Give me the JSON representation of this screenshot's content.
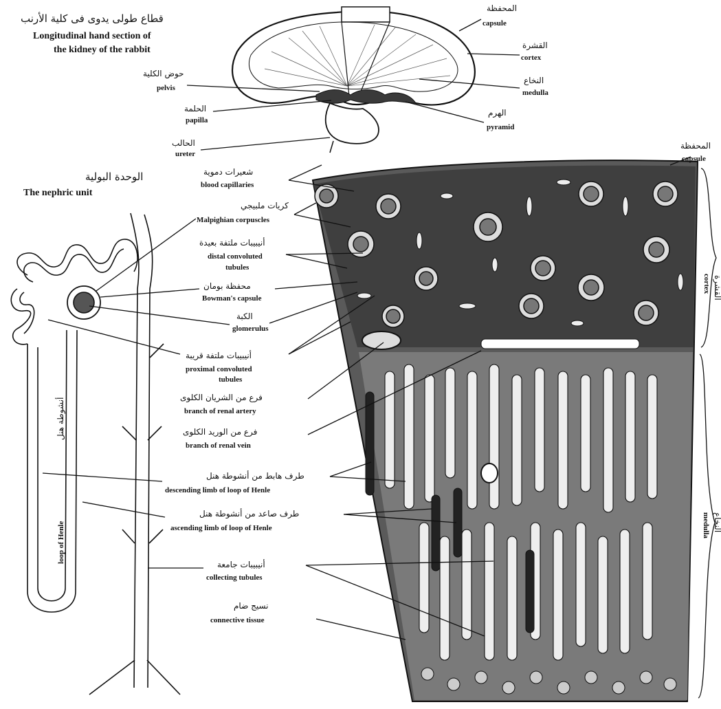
{
  "kidney_section": {
    "title_ar": "قطاع طولى يدوى فى كلية الأرنب",
    "title_en_line1": "Longitudinal hand section of",
    "title_en_line2": "the kidney of the rabbit",
    "labels": {
      "capsule": {
        "ar": "المحفظة",
        "en": "capsule"
      },
      "cortex": {
        "ar": "القشرة",
        "en": "cortex"
      },
      "medulla": {
        "ar": "النخاع",
        "en": "medulla"
      },
      "pyramid": {
        "ar": "الهرم",
        "en": "pyramid"
      },
      "pelvis": {
        "ar": "حوض الكلية",
        "en": "pelvis"
      },
      "papilla": {
        "ar": "الحلمة",
        "en": "papilla"
      },
      "ureter": {
        "ar": "الحالب",
        "en": "ureter"
      }
    }
  },
  "nephric_unit": {
    "title_ar": "الوحدة البولية",
    "title_en": "The nephric unit",
    "loop_en": "loop of Henle",
    "loop_ar": "أنشوطة هنل"
  },
  "tissue_section": {
    "capsule": {
      "ar": "المحفظة",
      "en": "capsule"
    },
    "side_cortex": {
      "ar": "القشرة",
      "en": "cortex"
    },
    "side_medulla": {
      "ar": "النخاع",
      "en": "medulla"
    }
  },
  "labels": [
    {
      "ar": "شعيرات دموية",
      "en": "blood capillaries"
    },
    {
      "ar": "كريات ملبيجي",
      "en": "Malpighian corpuscles"
    },
    {
      "ar": "أنيبيبات ملتفة بعيدة",
      "en": "distal convoluted",
      "en2": "tubules"
    },
    {
      "ar": "محفظة بومان",
      "en": "Bowman's capsule"
    },
    {
      "ar": "الكبة",
      "en": "glomerulus"
    },
    {
      "ar": "أنيبيبات ملتفة قريبة",
      "en": "proximal convoluted",
      "en2": "tubules"
    },
    {
      "ar": "فرع من الشريان الكلوى",
      "en": "branch of renal artery"
    },
    {
      "ar": "فرع من الوريد الكلوى",
      "en": "branch of renal vein"
    },
    {
      "ar": "طرف هابط من أنشوطة هنل",
      "en": "descending limb of loop of Henle"
    },
    {
      "ar": "طرف صاعد من أنشوطة هنل",
      "en": "ascending limb of loop of Henle"
    },
    {
      "ar": "أنيبيبات جامعة",
      "en": "collecting tubules"
    },
    {
      "ar": "نسيج ضام",
      "en": "connective tissue"
    }
  ]
}
